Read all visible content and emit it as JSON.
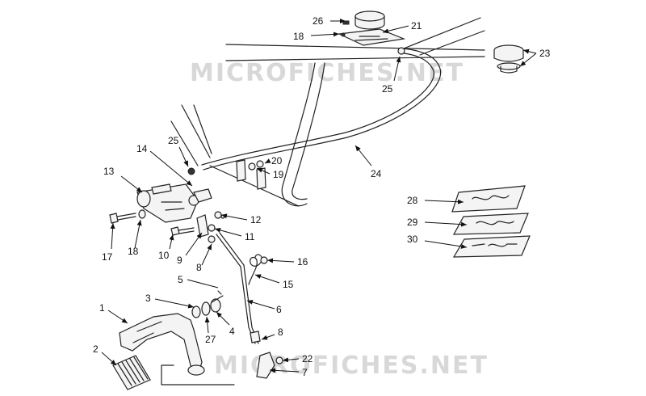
{
  "watermarks": [
    "MICROFICHES.NET",
    "MICROFICHES.NET"
  ],
  "callouts": {
    "c1": "1",
    "c2": "2",
    "c3": "3",
    "c4": "4",
    "c5": "5",
    "c6": "6",
    "c7": "7",
    "c8a": "8",
    "c8b": "8",
    "c9": "9",
    "c10": "10",
    "c11": "11",
    "c12": "12",
    "c13": "13",
    "c14": "14",
    "c15": "15",
    "c16": "16",
    "c17": "17",
    "c18a": "18",
    "c18b": "18",
    "c19": "19",
    "c20": "20",
    "c21": "21",
    "c22": "22",
    "c23": "23",
    "c24": "24",
    "c25a": "25",
    "c25b": "25",
    "c26": "26",
    "c27": "27",
    "c28": "28",
    "c29": "29",
    "c30": "30"
  }
}
